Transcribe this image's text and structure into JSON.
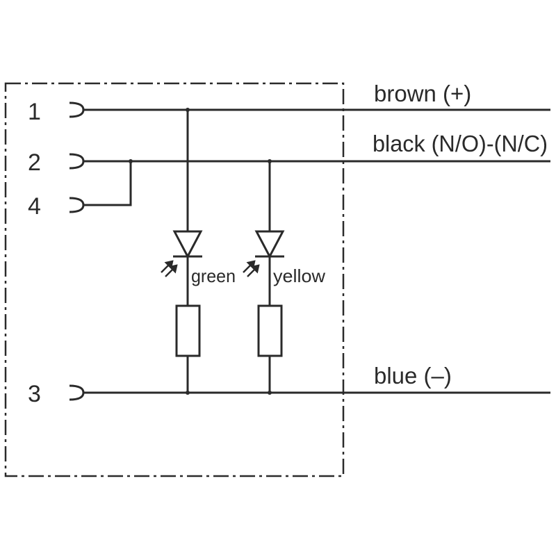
{
  "diagram": {
    "pins": [
      "1",
      "2",
      "4",
      "3"
    ],
    "wires": {
      "brown": "brown (+)",
      "black": "black (N/O)-(N/C)",
      "blue": "blue (–)"
    },
    "leds": [
      "green",
      "yellow"
    ],
    "colors": {
      "line": "#2a2a2a",
      "background": "#ffffff"
    }
  }
}
